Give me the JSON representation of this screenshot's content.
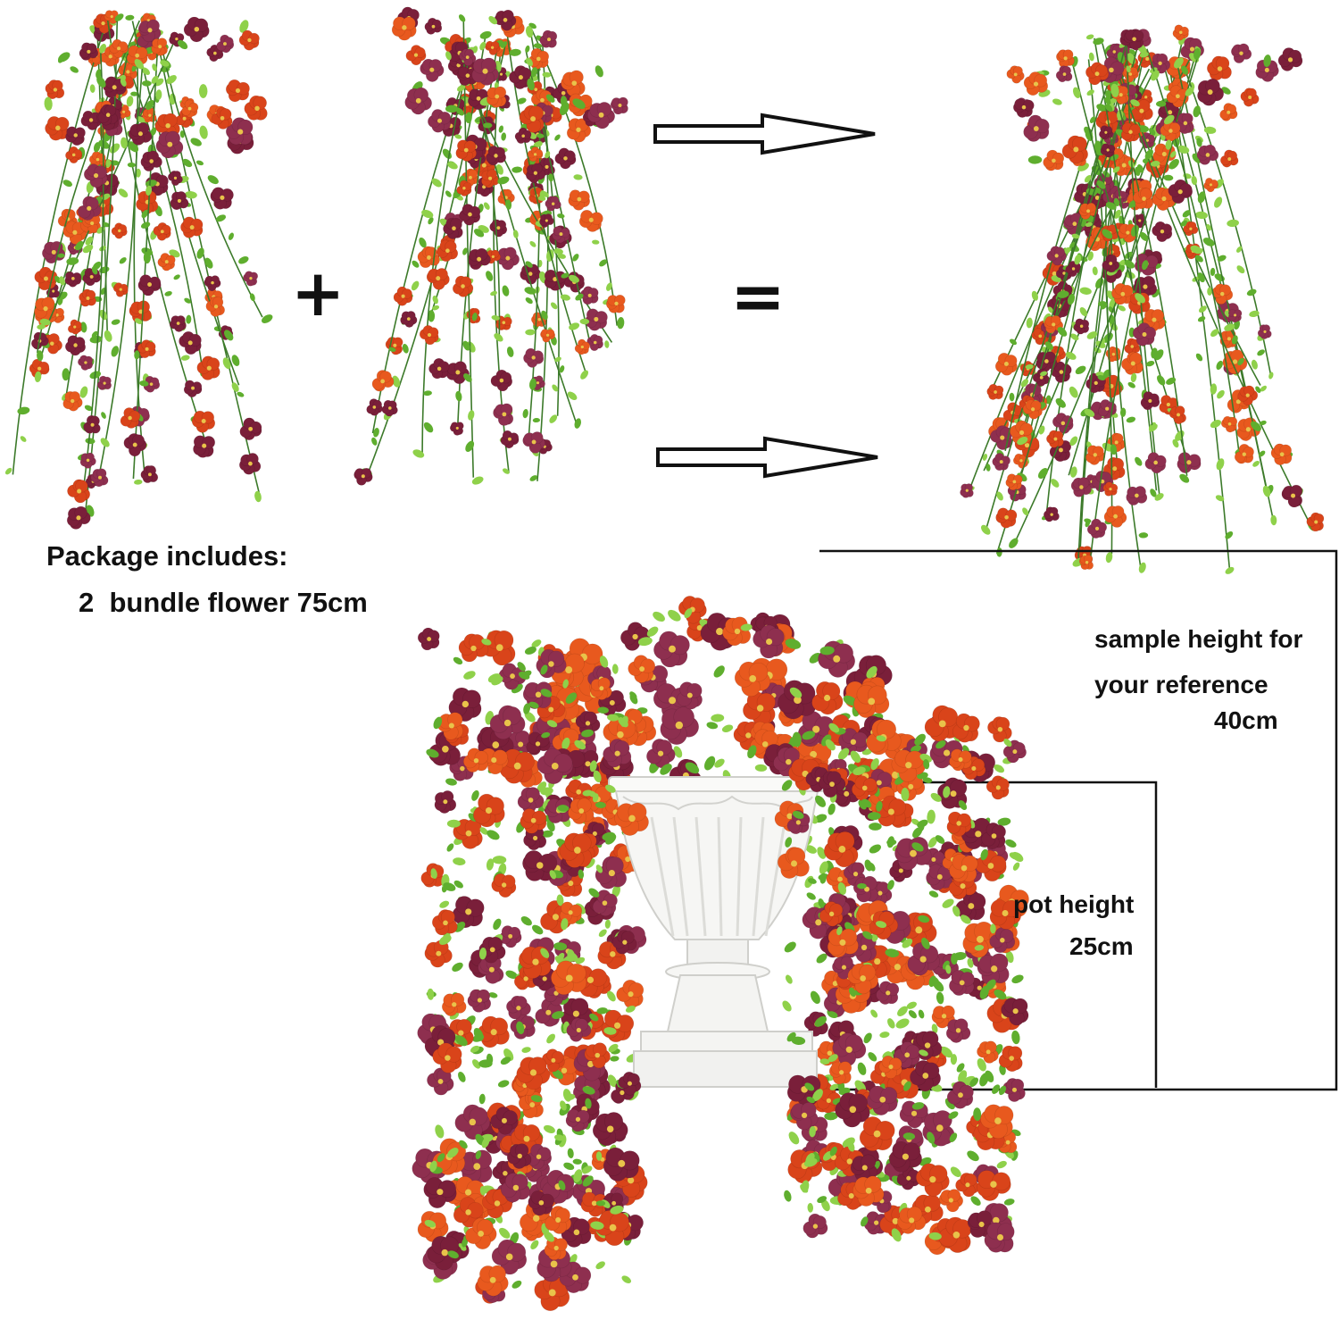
{
  "operators": {
    "plus": "+",
    "equals": "="
  },
  "package": {
    "heading": "Package includes:",
    "item": "2  bundle flower 75cm"
  },
  "reference": {
    "line1": "sample height for",
    "line2": "your reference",
    "value": "40cm"
  },
  "pot": {
    "label": "pot height",
    "value": "25cm"
  },
  "colors": {
    "orange": "#e8591e",
    "dark_orange": "#d9441a",
    "burgundy": "#7a1f3a",
    "plum": "#8e2f4f",
    "leaf": "#5fae2e",
    "leaf_light": "#8fd14a",
    "stem": "#3c7a2a",
    "pot": "#f4f4f2",
    "pot_shadow": "#d8d8d4"
  }
}
